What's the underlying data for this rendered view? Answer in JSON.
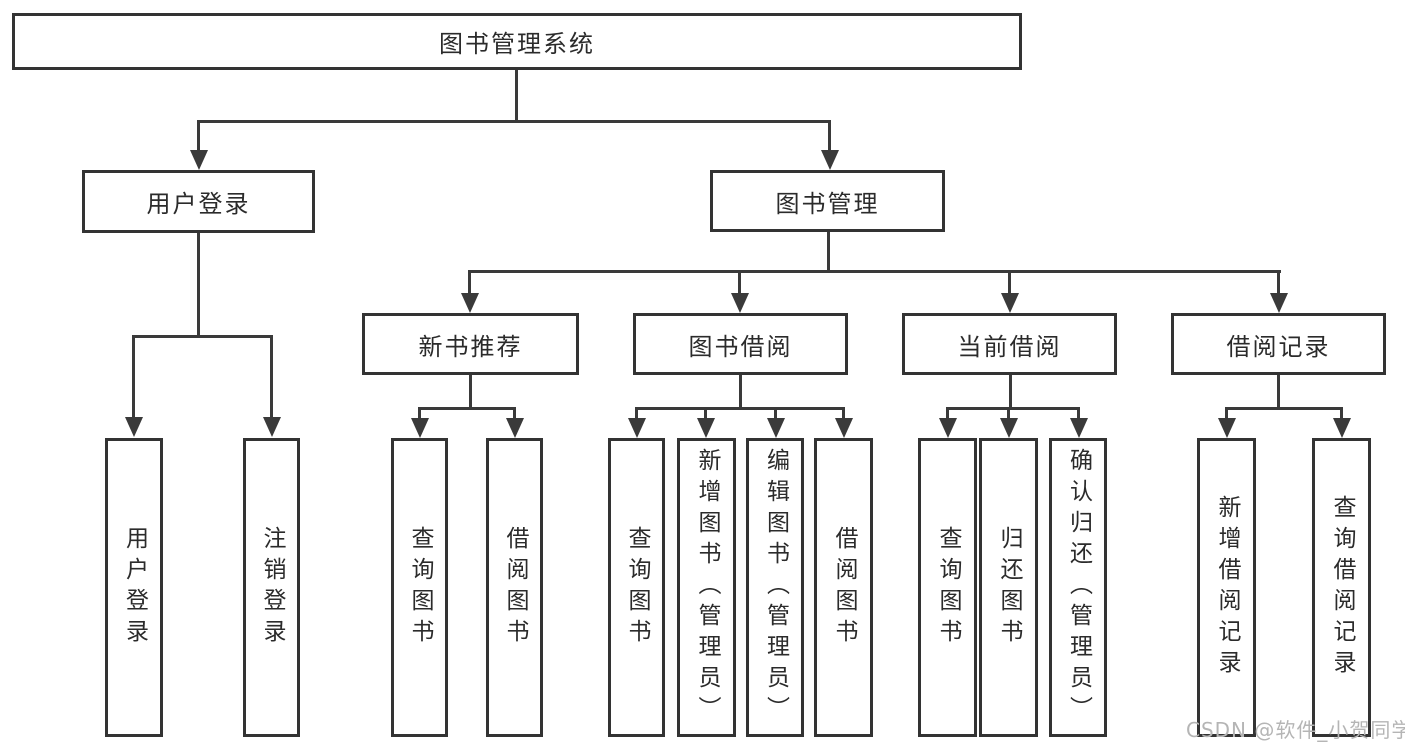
{
  "tree": {
    "root": {
      "label": "图书管理系统",
      "children": [
        {
          "label": "用户登录",
          "children": [
            {
              "label": "用户登录"
            },
            {
              "label": "注销登录"
            }
          ]
        },
        {
          "label": "图书管理",
          "children": [
            {
              "label": "新书推荐",
              "children": [
                {
                  "label": "查询图书"
                },
                {
                  "label": "借阅图书"
                }
              ]
            },
            {
              "label": "图书借阅",
              "children": [
                {
                  "label": "查询图书"
                },
                {
                  "label": "新增图书（管理员）"
                },
                {
                  "label": "编辑图书（管理员）"
                },
                {
                  "label": "借阅图书"
                }
              ]
            },
            {
              "label": "当前借阅",
              "children": [
                {
                  "label": "查询图书"
                },
                {
                  "label": "归还图书"
                },
                {
                  "label": "确认归还（管理员）"
                }
              ]
            },
            {
              "label": "借阅记录",
              "children": [
                {
                  "label": "新增借阅记录"
                },
                {
                  "label": "查询借阅记录"
                }
              ]
            }
          ]
        }
      ]
    }
  },
  "watermark": {
    "text": "CSDN @软件_小贺同学"
  },
  "colors": {
    "line": "#3a3a3a",
    "box_border": "#333333",
    "text": "#2b2b2b",
    "watermark": "#b5b5b5",
    "background": "#ffffff"
  }
}
